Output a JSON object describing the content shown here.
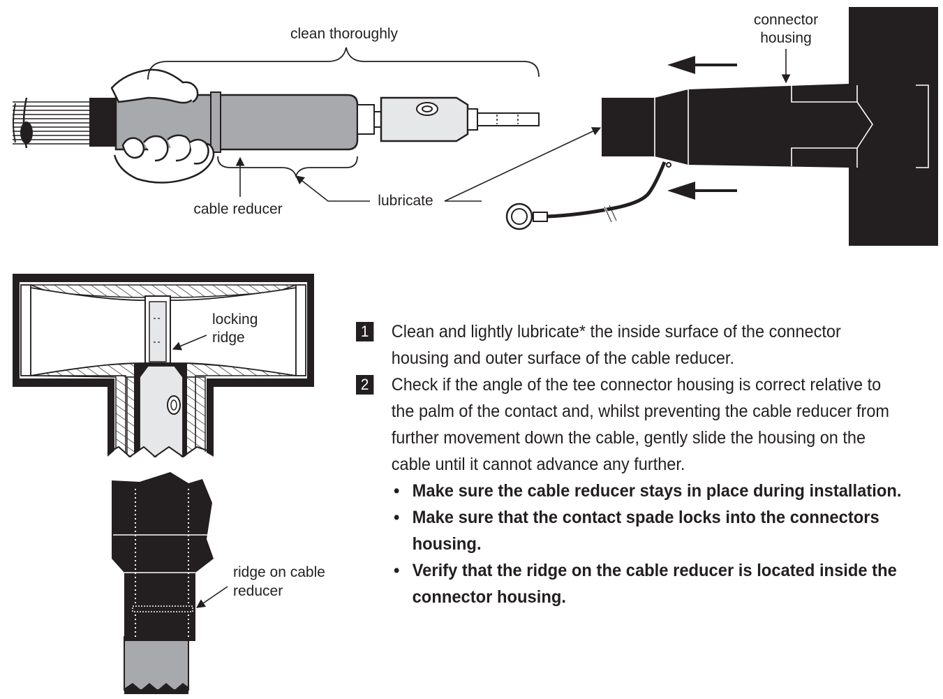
{
  "labels": {
    "clean_thoroughly": "clean thoroughly",
    "connector_housing_line1": "connector",
    "connector_housing_line2": "housing",
    "cable_reducer": "cable reducer",
    "lubricate": "lubricate",
    "locking_ridge_line1": "locking",
    "locking_ridge_line2": "ridge",
    "ridge_on_cable_reducer_line1": "ridge on cable",
    "ridge_on_cable_reducer_line2": "reducer"
  },
  "steps": [
    {
      "number": "1",
      "text": "Clean and lightly lubricate* the inside surface of the connector housing and outer surface of the cable reducer."
    },
    {
      "number": "2",
      "text": "Check if the angle of the tee connector housing is correct relative to the palm of the contact and, whilst preventing the cable reducer from further movement down the cable, gently slide the housing on the cable until it cannot advance any further."
    }
  ],
  "bullet_glyph": "•",
  "bullets": [
    "Make sure the cable reducer stays in place during installation.",
    "Make sure that the contact spade locks into the connectors housing.",
    "Verify that the ridge on the cable reducer is located inside the connector housing."
  ],
  "colors": {
    "ink": "#231f20",
    "reducer_grey": "#a7a9ac",
    "contact_grey": "#e6e7e8"
  }
}
